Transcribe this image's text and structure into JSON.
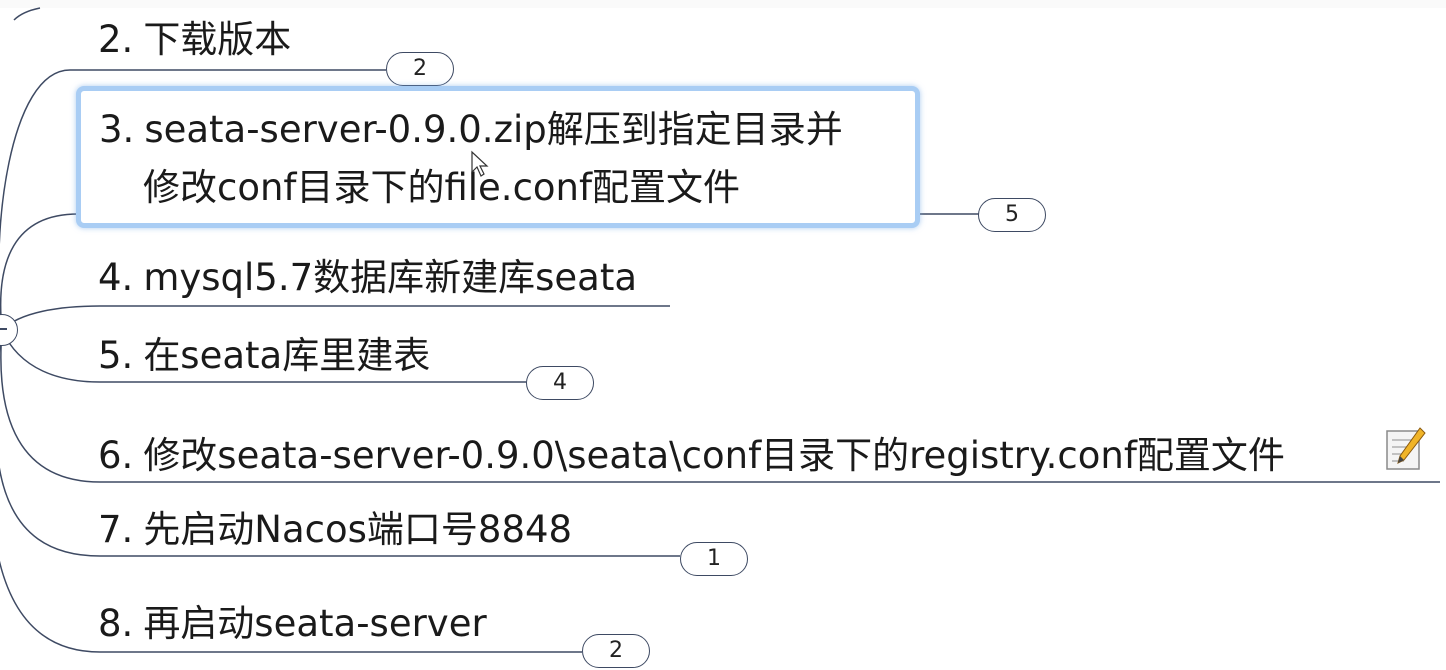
{
  "mindmap": {
    "topics": [
      {
        "id": "t2",
        "number": "2.",
        "text": "下载版本",
        "badge": "2"
      },
      {
        "id": "t3",
        "number": "3.",
        "text": "seata-server-0.9.0.zip解压到指定目录并",
        "text2": "修改conf目录下的file.conf配置文件",
        "badge": "5",
        "selected": true
      },
      {
        "id": "t4",
        "number": "4.",
        "text": "mysql5.7数据库新建库seata"
      },
      {
        "id": "t5",
        "number": "5.",
        "text": "在seata库里建表",
        "badge": "4"
      },
      {
        "id": "t6",
        "number": "6.",
        "text": "修改seata-server-0.9.0\\seata\\conf目录下的registry.conf配置文件",
        "has_note": true
      },
      {
        "id": "t7",
        "number": "7.",
        "text": "先启动Nacos端口号8848",
        "badge": "1"
      },
      {
        "id": "t8",
        "number": "8.",
        "text": "再启动seata-server",
        "badge": "2"
      }
    ]
  },
  "colors": {
    "connector": "#3e4a63",
    "selection_border": "#a9cdf4",
    "text": "#1a1a1a"
  },
  "icons": {
    "note": "note-pencil-icon",
    "collapse": "collapse-minus-icon",
    "cursor": "mouse-cursor-icon"
  }
}
